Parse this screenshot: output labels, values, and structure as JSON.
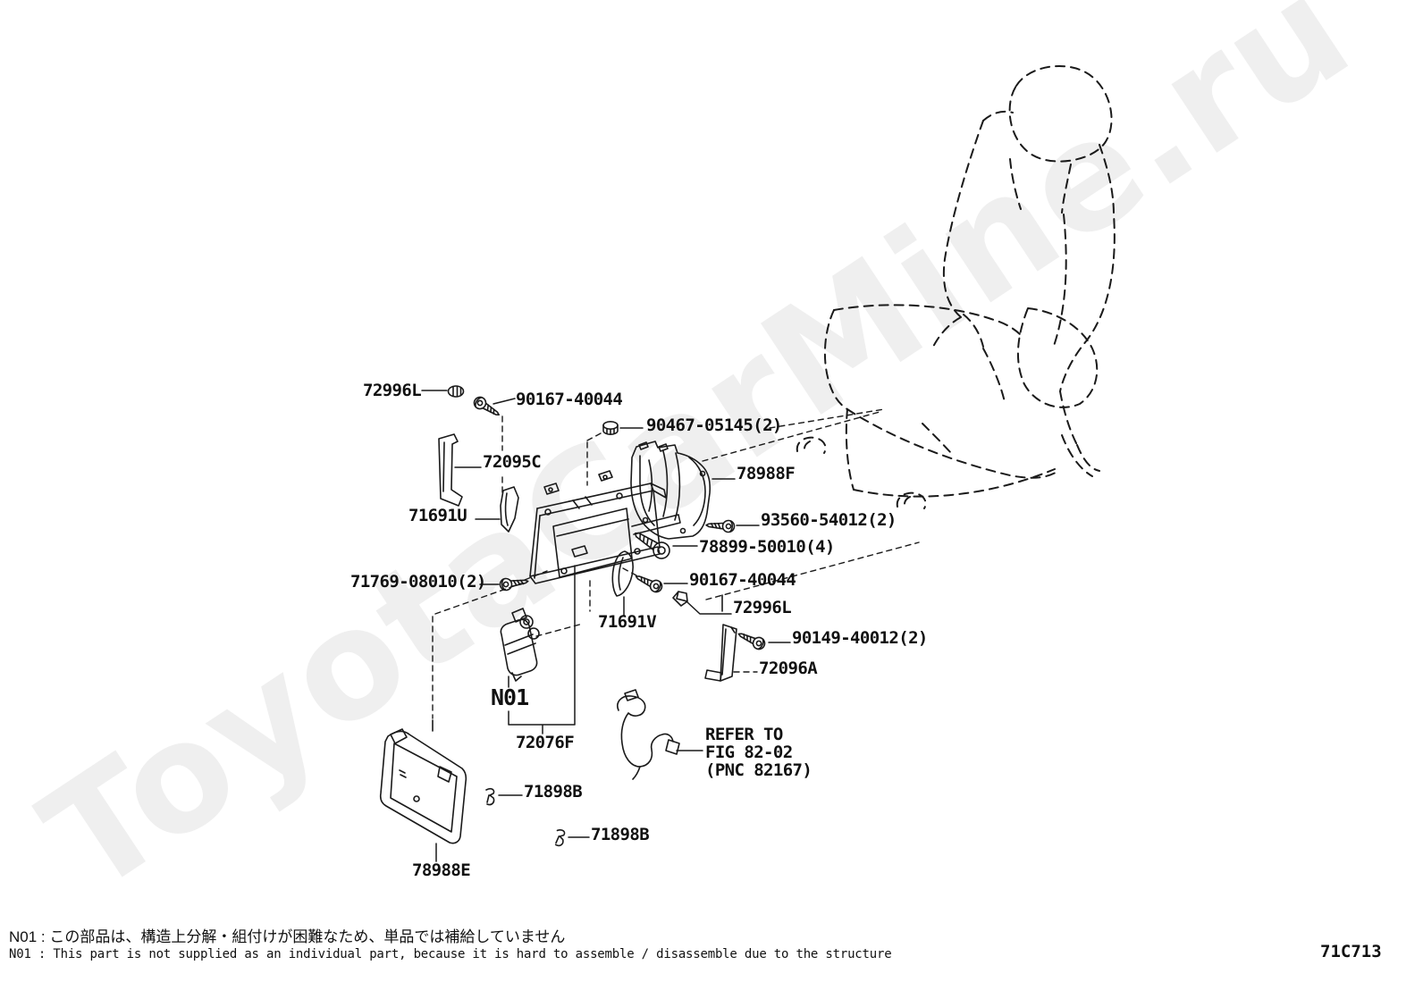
{
  "page": {
    "background": "#ffffff",
    "line_color": "#1a1a1a",
    "watermark_color": "#efefef"
  },
  "watermark": {
    "text": "ToyotaCarMine.ru"
  },
  "figure_code": "71C713",
  "callouts": [
    {
      "label": "72996L"
    },
    {
      "label": "90167-40044"
    },
    {
      "label": "90467-05145(2)"
    },
    {
      "label": "72095C"
    },
    {
      "label": "78988F"
    },
    {
      "label": "71691U"
    },
    {
      "label": "93560-54012(2)"
    },
    {
      "label": "78899-50010(4)"
    },
    {
      "label": "71769-08010(2)"
    },
    {
      "label": "90167-40044"
    },
    {
      "label": "72996L"
    },
    {
      "label": "71691V"
    },
    {
      "label": "90149-40012(2)"
    },
    {
      "label": "72096A"
    },
    {
      "label": "N01"
    },
    {
      "label": "72076F"
    },
    {
      "label": "71898B"
    },
    {
      "label": "71898B"
    },
    {
      "label": "78988E"
    }
  ],
  "reference_note": {
    "line1": "REFER TO",
    "line2": "FIG 82-02",
    "line3": "(PNC 82167)"
  },
  "footnotes": {
    "jp": "N01 : この部品は、構造上分解・組付けが困難なため、単品では補給していません",
    "en": "N01 : This part is not supplied as an individual part, because it is hard to assemble / disassemble due to the structure"
  }
}
